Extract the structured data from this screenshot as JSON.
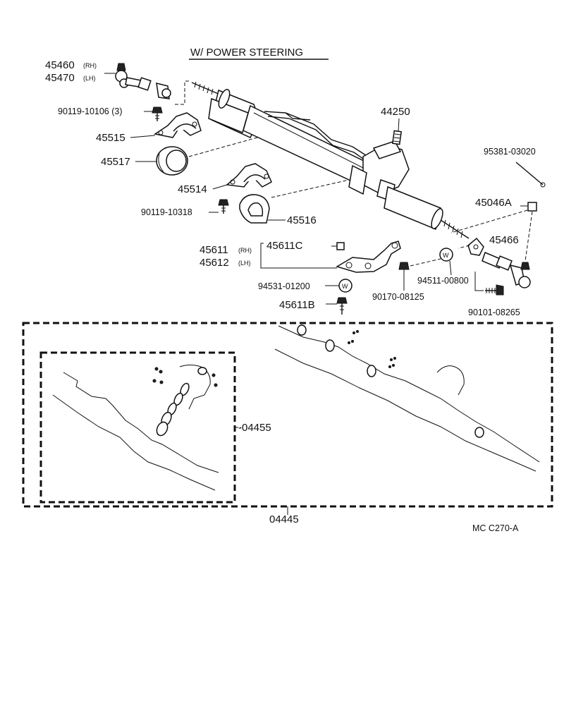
{
  "title": "W/ POWER STEERING",
  "footer_code": "MC  C270-A",
  "parts": {
    "tie_rod_end_rh": "45460",
    "rh_tag": "(RH)",
    "tie_rod_end_lh": "45470",
    "lh_tag": "(LH)",
    "bolt_top": "90119-10106 (3)",
    "bracket_45515": "45515",
    "grommet_45517": "45517",
    "gear_assy": "44250",
    "clamp_45514": "45514",
    "bolt_mid": "90119-10318",
    "grommet_45516": "45516",
    "cotter_pin": "95381-03020",
    "nut_45046a": "45046A",
    "knuckle_rh": "45611",
    "rh_tag2": "(RH)",
    "knuckle_lh": "45612",
    "lh_tag2": "(LH)",
    "bushing_45611c": "45611C",
    "tie_rod_45466": "45466",
    "washer_94531": "94531-01200",
    "washer_mark_w1": "W",
    "washer_94511": "94511-00800",
    "washer_mark_w2": "W",
    "nut_90170": "90170-08125",
    "bolt_45611b": "45611B",
    "bolt_90101": "90101-08265",
    "kit_04455": "-04455",
    "kit_04445": "04445"
  }
}
